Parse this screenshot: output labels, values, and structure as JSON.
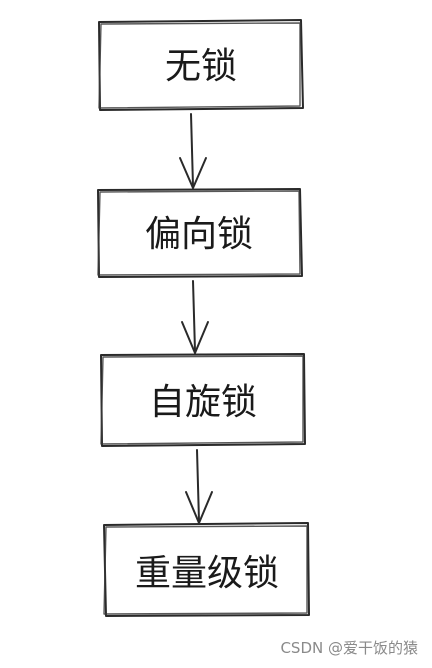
{
  "nodes": [
    {
      "label": "无锁"
    },
    {
      "label": "偏向锁"
    },
    {
      "label": "自旋锁"
    },
    {
      "label": "重量级锁"
    }
  ],
  "watermark": "CSDN @爱干饭的猿"
}
